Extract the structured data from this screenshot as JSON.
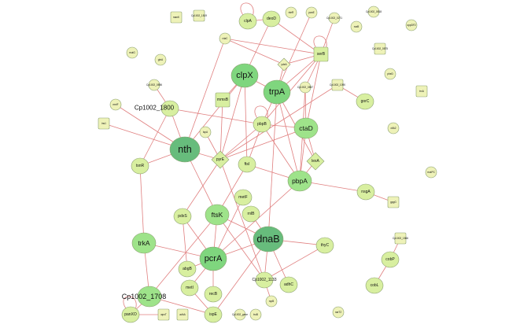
{
  "colors": {
    "edge": "#e07f7f",
    "tiny": "#eef2b8",
    "small": "#d8efa0",
    "medium": "#9ee38a",
    "large": "#7fd67e",
    "hub": "#67bc7c",
    "stroke": "#8aa070"
  },
  "nodes": [
    {
      "id": "manK",
      "label": "manK",
      "shape": "square",
      "size": "tiny"
    },
    {
      "id": "c1819",
      "label": "Cp1002_1819",
      "shape": "square",
      "size": "tiny"
    },
    {
      "id": "clpA",
      "label": "clpA",
      "shape": "circle",
      "size": "small"
    },
    {
      "id": "deoD",
      "label": "deoD",
      "shape": "circle",
      "size": "small"
    },
    {
      "id": "nteR",
      "label": "nteR",
      "shape": "circle",
      "size": "tiny"
    },
    {
      "id": "panE",
      "label": "panE",
      "shape": "circle",
      "size": "tiny"
    },
    {
      "id": "c0271",
      "label": "Cp1002_0271",
      "shape": "circle",
      "size": "tiny"
    },
    {
      "id": "c0818",
      "label": "Cp1002_0818",
      "shape": "circle",
      "size": "tiny"
    },
    {
      "id": "rcaB",
      "label": "rcaB",
      "shape": "circle",
      "size": "tiny"
    },
    {
      "id": "oppDF2",
      "label": "oppDF2",
      "shape": "circle",
      "size": "tiny"
    },
    {
      "id": "rdaC",
      "label": "rdaC",
      "shape": "circle",
      "size": "tiny"
    },
    {
      "id": "serB",
      "label": "serB",
      "shape": "square",
      "size": "small"
    },
    {
      "id": "ydeA",
      "label": "ydeA",
      "shape": "diamond",
      "size": "tiny"
    },
    {
      "id": "c0875",
      "label": "Cp1002_0875",
      "shape": "square",
      "size": "tiny"
    },
    {
      "id": "mutG",
      "label": "mutG",
      "shape": "circle",
      "size": "tiny"
    },
    {
      "id": "glnA",
      "label": "glnA",
      "shape": "circle",
      "size": "tiny"
    },
    {
      "id": "clpX",
      "label": "clpX",
      "shape": "circle",
      "size": "large"
    },
    {
      "id": "trpA",
      "label": "trpA",
      "shape": "circle",
      "size": "large"
    },
    {
      "id": "c0857",
      "label": "Cp1002_0857",
      "shape": "circle",
      "size": "tiny"
    },
    {
      "id": "c1090",
      "label": "Cp1002_1090",
      "shape": "square",
      "size": "tiny"
    },
    {
      "id": "pheD",
      "label": "pheD",
      "shape": "circle",
      "size": "tiny"
    },
    {
      "id": "trxA",
      "label": "trxA",
      "shape": "square",
      "size": "tiny"
    },
    {
      "id": "c0896",
      "label": "Cp1002_0896",
      "shape": "circle",
      "size": "tiny"
    },
    {
      "id": "c1800",
      "label": "Cp1002_1800",
      "shape": "circle",
      "size": "small"
    },
    {
      "id": "mmsB",
      "label": "mmsB",
      "shape": "square",
      "size": "small"
    },
    {
      "id": "melF",
      "label": "melF",
      "shape": "circle",
      "size": "tiny"
    },
    {
      "id": "ins1",
      "label": "ins1",
      "shape": "square",
      "size": "tiny"
    },
    {
      "id": "lspA",
      "label": "lspA",
      "shape": "circle",
      "size": "tiny"
    },
    {
      "id": "pbpB",
      "label": "pbpB",
      "shape": "circle",
      "size": "small"
    },
    {
      "id": "ctaD",
      "label": "ctaD",
      "shape": "circle",
      "size": "medium"
    },
    {
      "id": "gorC",
      "label": "gorC",
      "shape": "circle",
      "size": "small"
    },
    {
      "id": "cfiA2",
      "label": "cfiA2",
      "shape": "circle",
      "size": "tiny"
    },
    {
      "id": "nth",
      "label": "nth",
      "shape": "circle",
      "size": "hub"
    },
    {
      "id": "pyrE",
      "label": "pyrE",
      "shape": "diamond",
      "size": "small"
    },
    {
      "id": "ftsI",
      "label": "ftsI",
      "shape": "circle",
      "size": "small"
    },
    {
      "id": "lexA",
      "label": "lexA",
      "shape": "diamond",
      "size": "small"
    },
    {
      "id": "tsnR",
      "label": "tsnR",
      "shape": "circle",
      "size": "small"
    },
    {
      "id": "pbpA",
      "label": "pbpA",
      "shape": "circle",
      "size": "medium"
    },
    {
      "id": "metF",
      "label": "metF",
      "shape": "circle",
      "size": "small"
    },
    {
      "id": "rnlB",
      "label": "rnlB",
      "shape": "circle",
      "size": "small"
    },
    {
      "id": "nsgA",
      "label": "nsgA",
      "shape": "circle",
      "size": "small"
    },
    {
      "id": "gpgG",
      "label": "gpgG",
      "shape": "square",
      "size": "tiny"
    },
    {
      "id": "mutPC",
      "label": "mutPC",
      "shape": "circle",
      "size": "tiny"
    },
    {
      "id": "pdxS",
      "label": "pdxS",
      "shape": "circle",
      "size": "small"
    },
    {
      "id": "ftsK",
      "label": "ftsK",
      "shape": "circle",
      "size": "medium"
    },
    {
      "id": "dnaB",
      "label": "dnaB",
      "shape": "circle",
      "size": "hub"
    },
    {
      "id": "trkA",
      "label": "trkA",
      "shape": "circle",
      "size": "medium"
    },
    {
      "id": "pcrA",
      "label": "pcrA",
      "shape": "circle",
      "size": "large"
    },
    {
      "id": "thyC",
      "label": "thyC",
      "shape": "circle",
      "size": "small"
    },
    {
      "id": "abgB",
      "label": "abgB",
      "shape": "circle",
      "size": "small"
    },
    {
      "id": "c1133",
      "label": "Cp1002_1133",
      "shape": "circle",
      "size": "small"
    },
    {
      "id": "c1866",
      "label": "Cp1002_1866",
      "shape": "square",
      "size": "tiny"
    },
    {
      "id": "cobP",
      "label": "cobP",
      "shape": "circle",
      "size": "small"
    },
    {
      "id": "cobL",
      "label": "cobL",
      "shape": "circle",
      "size": "small"
    },
    {
      "id": "c1708",
      "label": "Cp1002_1708",
      "shape": "circle",
      "size": "medium"
    },
    {
      "id": "metI",
      "label": "metI",
      "shape": "circle",
      "size": "small"
    },
    {
      "id": "recB",
      "label": "recB",
      "shape": "circle",
      "size": "small"
    },
    {
      "id": "adhC",
      "label": "adhC",
      "shape": "circle",
      "size": "small"
    },
    {
      "id": "rcpB",
      "label": "rcpB",
      "shape": "circle",
      "size": "tiny"
    },
    {
      "id": "ispE",
      "label": "ispE",
      "shape": "circle",
      "size": "small"
    },
    {
      "id": "panXO",
      "label": "panXO",
      "shape": "circle",
      "size": "small"
    },
    {
      "id": "wpxT",
      "label": "wpxT",
      "shape": "square",
      "size": "tiny"
    },
    {
      "id": "adhA",
      "label": "adhA",
      "shape": "square",
      "size": "tiny"
    },
    {
      "id": "cgene",
      "label": "Cp1002_gene",
      "shape": "circle",
      "size": "tiny"
    },
    {
      "id": "truB",
      "label": "truB",
      "shape": "circle",
      "size": "tiny"
    },
    {
      "id": "narT2",
      "label": "narT2",
      "shape": "circle",
      "size": "tiny"
    }
  ],
  "edges": [
    [
      "clpA",
      "clpA"
    ],
    [
      "clpA",
      "deoD"
    ],
    [
      "deoD",
      "clpX"
    ],
    [
      "deoD",
      "serB"
    ],
    [
      "panE",
      "pbpB"
    ],
    [
      "rdaC",
      "serB"
    ],
    [
      "rdaC",
      "ydeA"
    ],
    [
      "rdaC",
      "nth"
    ],
    [
      "serB",
      "serB"
    ],
    [
      "serB",
      "ydeA"
    ],
    [
      "serB",
      "trpA"
    ],
    [
      "serB",
      "ctaD"
    ],
    [
      "serB",
      "c0271"
    ],
    [
      "serB",
      "pbpB"
    ],
    [
      "serB",
      "c0857"
    ],
    [
      "ydeA",
      "trpA"
    ],
    [
      "clpX",
      "trpA"
    ],
    [
      "clpX",
      "mmsB"
    ],
    [
      "clpX",
      "pyrE"
    ],
    [
      "clpX",
      "ftsI"
    ],
    [
      "trpA",
      "dnaB"
    ],
    [
      "trpA",
      "pbpA"
    ],
    [
      "c0857",
      "ctaD"
    ],
    [
      "c0857",
      "pbpA"
    ],
    [
      "c1090",
      "gorC"
    ],
    [
      "c1090",
      "pyrE"
    ],
    [
      "c1800",
      "nth"
    ],
    [
      "c1800",
      "tsnR"
    ],
    [
      "c1800",
      "pbpB"
    ],
    [
      "c0896",
      "c1800"
    ],
    [
      "melF",
      "nth"
    ],
    [
      "ins1",
      "nth"
    ],
    [
      "tsnR",
      "nth"
    ],
    [
      "nth",
      "pyrE"
    ],
    [
      "nth",
      "ftsK"
    ],
    [
      "nth",
      "clpX"
    ],
    [
      "lspA",
      "pyrE"
    ],
    [
      "mmsB",
      "pyrE"
    ],
    [
      "pyrE",
      "pbpB"
    ],
    [
      "pyrE",
      "ctaD"
    ],
    [
      "pyrE",
      "pdxS"
    ],
    [
      "pyrE",
      "c1133"
    ],
    [
      "pbpB",
      "pbpB"
    ],
    [
      "pbpB",
      "ftsI"
    ],
    [
      "pbpB",
      "pbpA"
    ],
    [
      "ctaD",
      "lexA"
    ],
    [
      "ctaD",
      "pbpA"
    ],
    [
      "ctaD",
      "pbpB"
    ],
    [
      "lexA",
      "trpA"
    ],
    [
      "lexA",
      "pbpA"
    ],
    [
      "ftsI",
      "ftsK"
    ],
    [
      "ftsI",
      "pbpA"
    ],
    [
      "pbpA",
      "nsgA"
    ],
    [
      "nsgA",
      "gpgG"
    ],
    [
      "pbpA",
      "pcrA"
    ],
    [
      "metF",
      "pcrA"
    ],
    [
      "rnlB",
      "dnaB"
    ],
    [
      "tsnR",
      "trkA"
    ],
    [
      "trkA",
      "pcrA"
    ],
    [
      "trkA",
      "c1708"
    ],
    [
      "pdxS",
      "pcrA"
    ],
    [
      "pdxS",
      "abgB"
    ],
    [
      "ftsK",
      "dnaB"
    ],
    [
      "ftsK",
      "c1708"
    ],
    [
      "ftsK",
      "pcrA"
    ],
    [
      "ftsK",
      "c1133"
    ],
    [
      "dnaB",
      "pcrA"
    ],
    [
      "dnaB",
      "adhC"
    ],
    [
      "dnaB",
      "c1133"
    ],
    [
      "dnaB",
      "ispE"
    ],
    [
      "dnaB",
      "thyC"
    ],
    [
      "thyC",
      "c1133"
    ],
    [
      "pcrA",
      "abgB"
    ],
    [
      "pcrA",
      "recB"
    ],
    [
      "pcrA",
      "metI"
    ],
    [
      "metI",
      "ispE"
    ],
    [
      "c1708",
      "ispE"
    ],
    [
      "c1708",
      "panXO"
    ],
    [
      "panXO",
      "panXO"
    ],
    [
      "panXO",
      "wpxT"
    ],
    [
      "c1133",
      "rcpB"
    ],
    [
      "c1866",
      "cobP"
    ],
    [
      "cobP",
      "cobL"
    ]
  ]
}
